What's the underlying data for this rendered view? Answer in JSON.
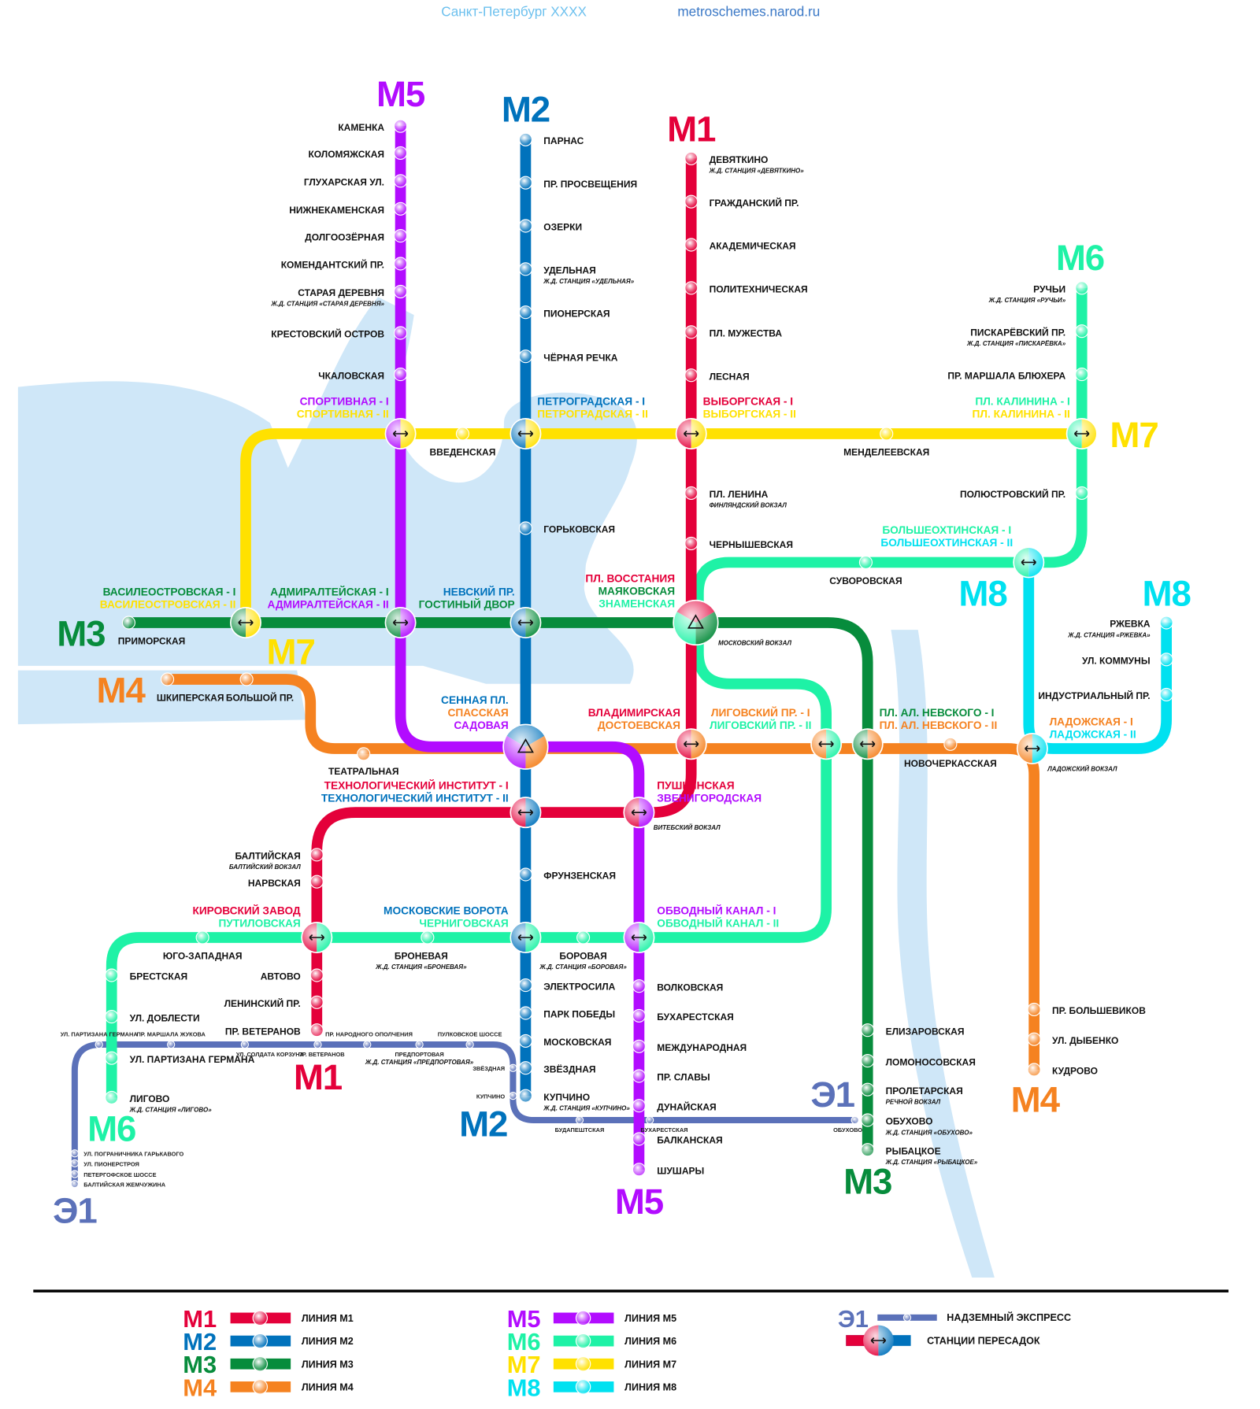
{
  "header": {
    "title": "Санкт-Петербург XXXX",
    "site": "metroschemes.narod.ru"
  },
  "colors": {
    "M1": "#e4003a",
    "M2": "#0072bc",
    "M3": "#078c3c",
    "M4": "#f58220",
    "M5": "#b20cff",
    "M6": "#1ef2a6",
    "M7": "#ffe100",
    "M8": "#00e1f0",
    "E1": "#5b71b9",
    "water": "#cfe7f8",
    "title": "#6cc0ee",
    "site": "#3a78c6"
  },
  "lines": {
    "M1": {
      "label": "M1",
      "stations": [
        {
          "name": "ДЕВЯТКИНО",
          "sub": "Ж.Д. СТАНЦИЯ «ДЕВЯТКИНО»"
        },
        {
          "name": "ГРАЖДАНСКИЙ ПР."
        },
        {
          "name": "АКАДЕМИЧЕСКАЯ"
        },
        {
          "name": "ПОЛИТЕХНИЧЕСКАЯ"
        },
        {
          "name": "ПЛ. МУЖЕСТВА"
        },
        {
          "name": "ЛЕСНАЯ"
        },
        {
          "name": "ПЛ. ЛЕНИНА",
          "sub": "ФИНЛЯНДСКИЙ ВОКЗАЛ"
        },
        {
          "name": "ЧЕРНЫШЕВСКАЯ"
        },
        {
          "name": "БАЛТИЙСКАЯ",
          "sub": "БАЛТИЙСКИЙ ВОКЗАЛ"
        },
        {
          "name": "НАРВСКАЯ"
        },
        {
          "name": "АВТОВО"
        },
        {
          "name": "ЛЕНИНСКИЙ ПР."
        },
        {
          "name": "ПР. ВЕТЕРАНОВ"
        }
      ]
    },
    "M2": {
      "label": "M2",
      "stations": [
        {
          "name": "ПАРНАС"
        },
        {
          "name": "ПР. ПРОСВЕЩЕНИЯ"
        },
        {
          "name": "ОЗЕРКИ"
        },
        {
          "name": "УДЕЛЬНАЯ",
          "sub": "Ж.Д. СТАНЦИЯ «УДЕЛЬНАЯ»"
        },
        {
          "name": "ПИОНЕРСКАЯ"
        },
        {
          "name": "ЧЁРНАЯ РЕЧКА"
        },
        {
          "name": "ГОРЬКОВСКАЯ"
        },
        {
          "name": "ФРУНЗЕНСКАЯ"
        },
        {
          "name": "ЭЛЕКТРОСИЛА"
        },
        {
          "name": "ПАРК ПОБЕДЫ"
        },
        {
          "name": "МОСКОВСКАЯ"
        },
        {
          "name": "ЗВЁЗДНАЯ"
        },
        {
          "name": "КУПЧИНО",
          "sub": "Ж.Д. СТАНЦИЯ «КУПЧИНО»"
        }
      ]
    },
    "M3": {
      "label": "M3",
      "stations": [
        {
          "name": "ПРИМОРСКАЯ"
        },
        {
          "name": "ЕЛИЗАРОВСКАЯ"
        },
        {
          "name": "ЛОМОНОСОВСКАЯ"
        },
        {
          "name": "ПРОЛЕТАРСКАЯ",
          "sub": "РЕЧНОЙ ВОКЗАЛ"
        },
        {
          "name": "ОБУХОВО",
          "sub": "Ж.Д. СТАНЦИЯ «ОБУХОВО»"
        },
        {
          "name": "РЫБАЦКОЕ",
          "sub": "Ж.Д. СТАНЦИЯ «РЫБАЦКОЕ»"
        }
      ]
    },
    "M4": {
      "label": "M4",
      "stations": [
        {
          "name": "ШКИПЕРСКАЯ"
        },
        {
          "name": "БОЛЬШОЙ ПР."
        },
        {
          "name": "ТЕАТРАЛЬНАЯ"
        },
        {
          "name": "НОВОЧЕРКАССКАЯ"
        },
        {
          "name": "ПР. БОЛЬШЕВИКОВ"
        },
        {
          "name": "УЛ. ДЫБЕНКО"
        },
        {
          "name": "КУДРОВО"
        }
      ]
    },
    "M5": {
      "label": "M5",
      "stations": [
        {
          "name": "КАМЕНКА"
        },
        {
          "name": "КОЛОМЯЖСКАЯ"
        },
        {
          "name": "ГЛУХАРСКАЯ УЛ."
        },
        {
          "name": "НИЖНЕКАМЕНСКАЯ"
        },
        {
          "name": "ДОЛГООЗЁРНАЯ"
        },
        {
          "name": "КОМЕНДАНТСКИЙ ПР."
        },
        {
          "name": "СТАРАЯ ДЕРЕВНЯ",
          "sub": "Ж.Д. СТАНЦИЯ «СТАРАЯ ДЕРЕВНЯ»"
        },
        {
          "name": "КРЕСТОВСКИЙ ОСТРОВ"
        },
        {
          "name": "ЧКАЛОВСКАЯ"
        },
        {
          "name": "ВОЛКОВСКАЯ"
        },
        {
          "name": "БУХАРЕСТСКАЯ"
        },
        {
          "name": "МЕЖДУНАРОДНАЯ"
        },
        {
          "name": "ПР. СЛАВЫ"
        },
        {
          "name": "ДУНАЙСКАЯ"
        },
        {
          "name": "БАЛКАНСКАЯ"
        },
        {
          "name": "ШУШАРЫ"
        }
      ]
    },
    "M6": {
      "label": "M6",
      "stations": [
        {
          "name": "РУЧЬИ",
          "sub": "Ж.Д. СТАНЦИЯ «РУЧЬИ»"
        },
        {
          "name": "ПИСКАРЁВСКИЙ ПР.",
          "sub": "Ж.Д. СТАНЦИЯ «ПИСКАРЁВКА»"
        },
        {
          "name": "ПР. МАРШАЛА БЛЮХЕРА"
        },
        {
          "name": "ПОЛЮСТРОВСКИЙ ПР."
        },
        {
          "name": "СУВОРОВСКАЯ"
        },
        {
          "name": "БОРОВАЯ",
          "sub": "Ж.Д. СТАНЦИЯ «БОРОВАЯ»"
        },
        {
          "name": "БРОНЕВАЯ",
          "sub": "Ж.Д. СТАНЦИЯ «БРОНЕВАЯ»"
        },
        {
          "name": "ЮГО-ЗАПАДНАЯ"
        },
        {
          "name": "БРЕСТСКАЯ"
        },
        {
          "name": "УЛ. ДОБЛЕСТИ"
        },
        {
          "name": "УЛ. ПАРТИЗАНА ГЕРМАНА"
        },
        {
          "name": "ЛИГОВО",
          "sub": "Ж.Д. СТАНЦИЯ «ЛИГОВО»"
        }
      ]
    },
    "M7": {
      "label": "M7",
      "stations": [
        {
          "name": "ВВЕДЕНСКАЯ"
        },
        {
          "name": "МЕНДЕЛЕЕВСКАЯ"
        }
      ]
    },
    "M8": {
      "label": "M8",
      "stations": [
        {
          "name": "РЖЕВКА",
          "sub": "Ж.Д. СТАНЦИЯ «РЖЕВКА»"
        },
        {
          "name": "УЛ. КОММУНЫ"
        },
        {
          "name": "ИНДУСТРИАЛЬНЫЙ ПР."
        }
      ]
    },
    "E1": {
      "label": "Э1",
      "stations": [
        {
          "name": "БАЛТИЙСКАЯ ЖЕМЧУЖИНА"
        },
        {
          "name": "ПЕТЕРГОФСКОЕ ШОССЕ"
        },
        {
          "name": "УЛ. ПИОНЕРСТРОЯ"
        },
        {
          "name": "УЛ. ПОГРАНИЧНИКА ГАРЬКАВОГО"
        },
        {
          "name": "УЛ. ПАРТИЗАНА ГЕРМАНА"
        },
        {
          "name": "ПР. МАРШАЛА ЖУКОВА"
        },
        {
          "name": "УЛ. СОЛДАТА КОРЗУНА"
        },
        {
          "name": "ПР. ВЕТЕРАНОВ"
        },
        {
          "name": "ПР. НАРОДНОГО ОПОЛЧЕНИЯ"
        },
        {
          "name": "ПРЕДПОРТОВАЯ",
          "sub": "Ж.Д. СТАНЦИЯ «ПРЕДПОРТОВАЯ»"
        },
        {
          "name": "ПУЛКОВСКОЕ ШОССЕ"
        },
        {
          "name": "ЗВЁЗДНАЯ"
        },
        {
          "name": "КУПЧИНО"
        },
        {
          "name": "БУДАПЕШТСКАЯ"
        },
        {
          "name": "БУХАРЕСТСКАЯ"
        },
        {
          "name": "ОБУХОВО"
        }
      ]
    }
  },
  "transfers": [
    {
      "lines": [
        "M5",
        "M7"
      ],
      "names": [
        "СПОРТИВНАЯ - I",
        "СПОРТИВНАЯ - II"
      ]
    },
    {
      "lines": [
        "M2",
        "M7"
      ],
      "names": [
        "ПЕТРОГРАДСКАЯ - I",
        "ПЕТРОГРАДСКАЯ - II"
      ]
    },
    {
      "lines": [
        "M1",
        "M7"
      ],
      "names": [
        "ВЫБОРГСКАЯ - I",
        "ВЫБОРГСКАЯ - II"
      ]
    },
    {
      "lines": [
        "M6",
        "M7"
      ],
      "names": [
        "ПЛ. КАЛИНИНА - I",
        "ПЛ. КАЛИНИНА - II"
      ]
    },
    {
      "lines": [
        "M6",
        "M8"
      ],
      "names": [
        "БОЛЬШЕОХТИНСКАЯ - I",
        "БОЛЬШЕОХТИНСКАЯ - II"
      ]
    },
    {
      "lines": [
        "M3",
        "M7"
      ],
      "names": [
        "ВАСИЛЕОСТРОВСКАЯ - I",
        "ВАСИЛЕОСТРОВСКАЯ - II"
      ]
    },
    {
      "lines": [
        "M3",
        "M5"
      ],
      "names": [
        "АДМИРАЛТЕЙСКАЯ - I",
        "АДМИРАЛТЕЙСКАЯ - II"
      ]
    },
    {
      "lines": [
        "M2",
        "M3"
      ],
      "names": [
        "НЕВСКИЙ ПР.",
        "ГОСТИНЫЙ ДВОР"
      ]
    },
    {
      "lines": [
        "M1",
        "M3",
        "M6"
      ],
      "names": [
        "ПЛ. ВОССТАНИЯ",
        "МАЯКОВСКАЯ",
        "ЗНАМЕНСКАЯ"
      ],
      "sub": "МОСКОВСКИЙ ВОКЗАЛ"
    },
    {
      "lines": [
        "M2",
        "M4",
        "M5"
      ],
      "names": [
        "СЕННАЯ ПЛ.",
        "СПАССКАЯ",
        "САДОВАЯ"
      ]
    },
    {
      "lines": [
        "M1",
        "M4"
      ],
      "names": [
        "ВЛАДИМИРСКАЯ",
        "ДОСТОЕВСКАЯ"
      ]
    },
    {
      "lines": [
        "M4",
        "M6"
      ],
      "names": [
        "ЛИГОВСКИЙ ПР. - I",
        "ЛИГОВСКИЙ ПР. - II"
      ]
    },
    {
      "lines": [
        "M3",
        "M4"
      ],
      "names": [
        "ПЛ. АЛ. НЕВСКОГО - I",
        "ПЛ. АЛ. НЕВСКОГО - II"
      ]
    },
    {
      "lines": [
        "M4",
        "M8"
      ],
      "names": [
        "ЛАДОЖСКАЯ - I",
        "ЛАДОЖСКАЯ - II"
      ],
      "sub": "ЛАДОЖСКИЙ ВОКЗАЛ"
    },
    {
      "lines": [
        "M1",
        "M2"
      ],
      "names": [
        "ТЕХНОЛОГИЧЕСКИЙ ИНСТИТУТ - I",
        "ТЕХНОЛОГИЧЕСКИЙ ИНСТИТУТ - II"
      ]
    },
    {
      "lines": [
        "M1",
        "M5"
      ],
      "names": [
        "ПУШКИНСКАЯ",
        "ЗВЕНИГОРОДСКАЯ"
      ],
      "sub": "ВИТЕБСКИЙ ВОКЗАЛ"
    },
    {
      "lines": [
        "M1",
        "M6"
      ],
      "names": [
        "КИРОВСКИЙ ЗАВОД",
        "ПУТИЛОВСКАЯ"
      ]
    },
    {
      "lines": [
        "M2",
        "M6"
      ],
      "names": [
        "МОСКОВСКИЕ ВОРОТА",
        "ЧЕРНИГОВСКАЯ"
      ]
    },
    {
      "lines": [
        "M5",
        "M6"
      ],
      "names": [
        "ОБВОДНЫЙ КАНАЛ - I",
        "ОБВОДНЫЙ КАНАЛ - II"
      ]
    }
  ],
  "legend": {
    "items": [
      {
        "line": "M1",
        "label": "M1",
        "text": "ЛИНИЯ М1"
      },
      {
        "line": "M2",
        "label": "M2",
        "text": "ЛИНИЯ М2"
      },
      {
        "line": "M3",
        "label": "M3",
        "text": "ЛИНИЯ М3"
      },
      {
        "line": "M4",
        "label": "M4",
        "text": "ЛИНИЯ М4"
      },
      {
        "line": "M5",
        "label": "M5",
        "text": "ЛИНИЯ М5"
      },
      {
        "line": "M6",
        "label": "M6",
        "text": "ЛИНИЯ М6"
      },
      {
        "line": "M7",
        "label": "M7",
        "text": "ЛИНИЯ М7"
      },
      {
        "line": "M8",
        "label": "M8",
        "text": "ЛИНИЯ М8"
      }
    ],
    "express": {
      "label": "Э1",
      "text": "НАДЗЕМНЫЙ ЭКСПРЕСС"
    },
    "transfer": {
      "text": "СТАНЦИИ ПЕРЕСАДОК"
    }
  }
}
